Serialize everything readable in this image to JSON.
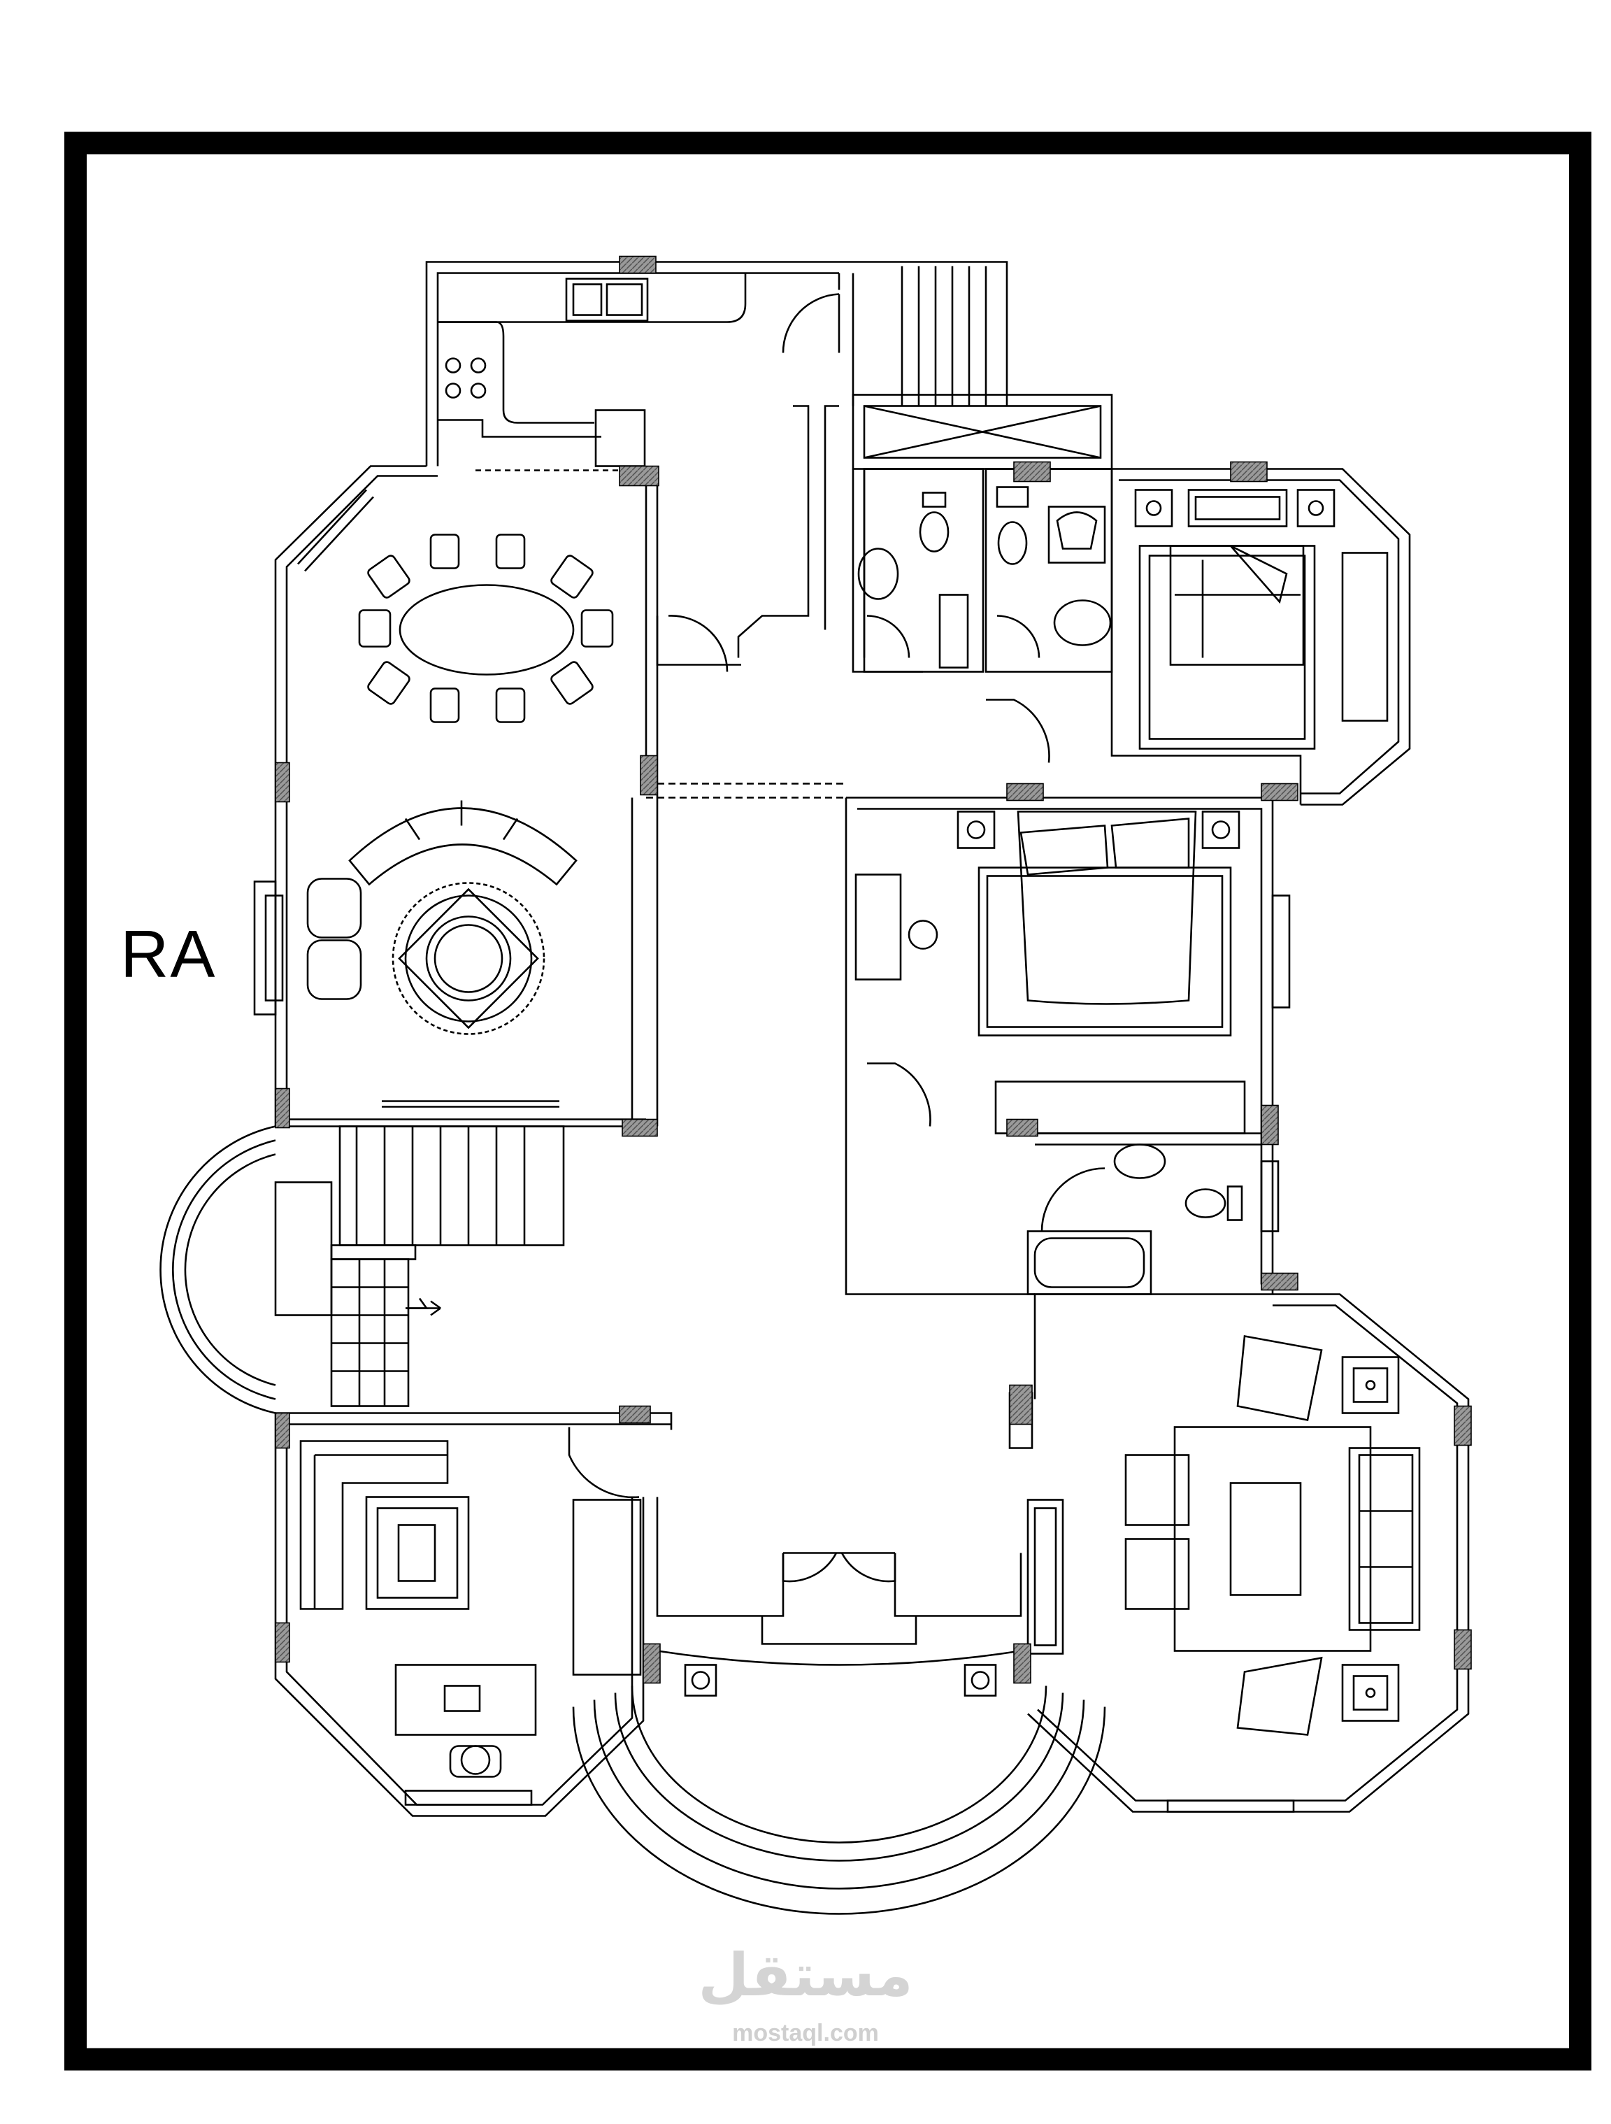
{
  "plan": {
    "corner_label": "RA"
  },
  "watermark": {
    "arabic": "مستقل",
    "domain": "mostaql.com"
  },
  "colors": {
    "line": "#000000",
    "background": "#ffffff",
    "hatch": "#8a8a8a",
    "watermark": "#d0d0d0"
  }
}
